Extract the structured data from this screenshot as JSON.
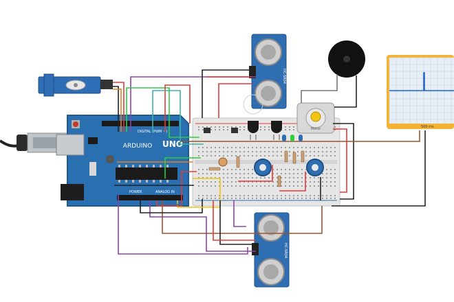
{
  "arduino": {
    "brand": "ARDUINO",
    "model": "UNO",
    "digital_label": "DIGITAL (PWM ~)",
    "power_label": "POWER",
    "analog_label": "ANALOG IN"
  },
  "ultrasonic_top": {
    "label": "HC-SR04"
  },
  "ultrasonic_bottom": {
    "label": "HC-SR04"
  },
  "motor": {
    "label": "Motor"
  },
  "oscilloscope": {
    "label": "500 ms"
  },
  "colors": {
    "board": "#2a6fb0",
    "breadboard": "#e6e6e6",
    "sensor": "#2f6fb1",
    "scope_frame": "#f5b335",
    "wire_red": "#e53935",
    "wire_black": "#222222",
    "wire_purple": "#8e44ad",
    "wire_green": "#2ecc40",
    "wire_orange": "#e67e22",
    "wire_brown": "#a0522d",
    "wire_yellow": "#f1c40f",
    "wire_teal": "#3bb5a5",
    "wire_gray": "#777777"
  }
}
